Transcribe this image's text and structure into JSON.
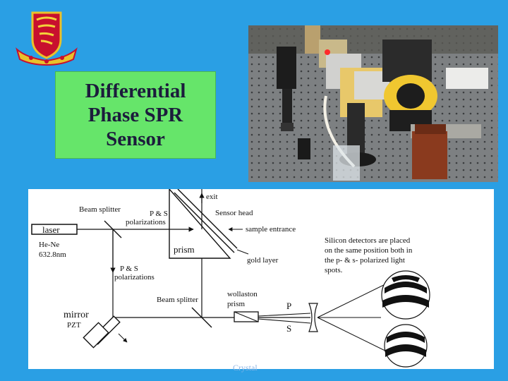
{
  "slide": {
    "title": "Differential\nPhase SPR\nSensor",
    "footer_text": "Crystal"
  },
  "logo": {
    "icon": "university-crest-icon"
  },
  "photo": {
    "description_icon": "lab-setup-photo"
  },
  "diagram": {
    "labels": {
      "beam_splitter_top": "Beam splitter",
      "ps_polarizations_top_1": "P & S",
      "ps_polarizations_top_2": "polarizations",
      "exit": "exit",
      "sensor_head": "Sensor head",
      "sample_entrance": "sample entrance",
      "laser": "laser",
      "he_ne": "He-Ne",
      "wavelength": "632.8nm",
      "prism": "prism",
      "gold_layer": "gold layer",
      "ps_polarizations_mid_1": "P & S",
      "ps_polarizations_mid_2": "polarizations",
      "beam_splitter_mid": "Beam splitter",
      "wollaston_1": "wollaston",
      "wollaston_2": "prism",
      "mirror": "mirror",
      "pzt": "PZT",
      "p": "P",
      "s": "S",
      "note_1": "Silicon detectors are placed",
      "note_2": "on the same position both in",
      "note_3": "the p- & s- polarized light",
      "note_4": "spots."
    }
  },
  "colors": {
    "background": "#2a9fe4",
    "title_box": "#66e56a",
    "title_text": "#1c1c3c"
  }
}
